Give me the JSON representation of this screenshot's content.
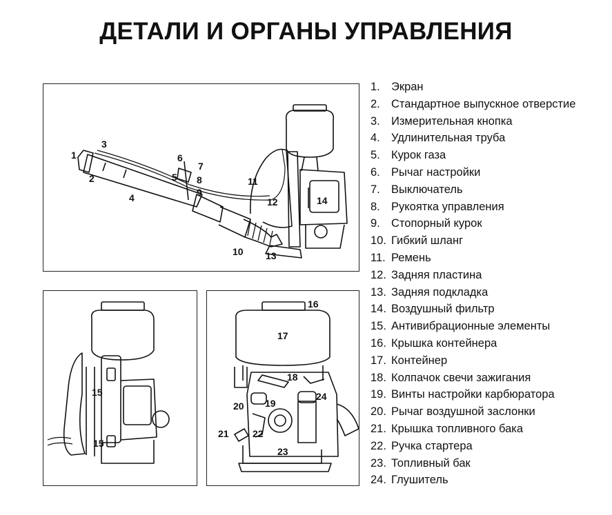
{
  "title": "ДЕТАЛИ И ОРГАНЫ УПРАВЛЕНИЯ",
  "legend": [
    {
      "num": "1.",
      "label": "Экран"
    },
    {
      "num": "2.",
      "label": "Стандартное выпускное отверстие"
    },
    {
      "num": "3.",
      "label": "Измерительная кнопка"
    },
    {
      "num": "4.",
      "label": "Удлинительная труба"
    },
    {
      "num": "5.",
      "label": "Курок газа"
    },
    {
      "num": "6.",
      "label": "Рычаг настройки"
    },
    {
      "num": "7.",
      "label": "Выключатель"
    },
    {
      "num": "8.",
      "label": "Рукоятка управления"
    },
    {
      "num": "9.",
      "label": "Стопорный курок"
    },
    {
      "num": "10.",
      "label": "Гибкий шланг"
    },
    {
      "num": "11.",
      "label": "Ремень"
    },
    {
      "num": "12.",
      "label": "Задняя пластина"
    },
    {
      "num": "13.",
      "label": "Задняя подкладка"
    },
    {
      "num": "14.",
      "label": "Воздушный фильтр"
    },
    {
      "num": "15.",
      "label": "Антивибрационные элементы"
    },
    {
      "num": "16.",
      "label": "Крышка контейнера"
    },
    {
      "num": "17.",
      "label": "Контейнер"
    },
    {
      "num": "18.",
      "label": "Колпачок свечи зажигания"
    },
    {
      "num": "19.",
      "label": "Винты настройки карбюратора"
    },
    {
      "num": "20.",
      "label": "Рычаг воздушной заслонки"
    },
    {
      "num": "21.",
      "label": "Крышка топливного бака"
    },
    {
      "num": "22.",
      "label": "Ручка стартера"
    },
    {
      "num": "23.",
      "label": "Топливный бак"
    },
    {
      "num": "24.",
      "label": "Глушитель"
    }
  ],
  "callouts": {
    "c1": "1",
    "c2": "2",
    "c3": "3",
    "c4": "4",
    "c5": "5",
    "c6": "6",
    "c7": "7",
    "c8": "8",
    "c9": "9",
    "c10": "10",
    "c11": "11",
    "c12": "12",
    "c13": "13",
    "c14": "14",
    "c15a": "15",
    "c15b": "15",
    "c16": "16",
    "c17": "17",
    "c18": "18",
    "c19": "19",
    "c20": "20",
    "c21": "21",
    "c22": "22",
    "c23": "23",
    "c24": "24"
  }
}
